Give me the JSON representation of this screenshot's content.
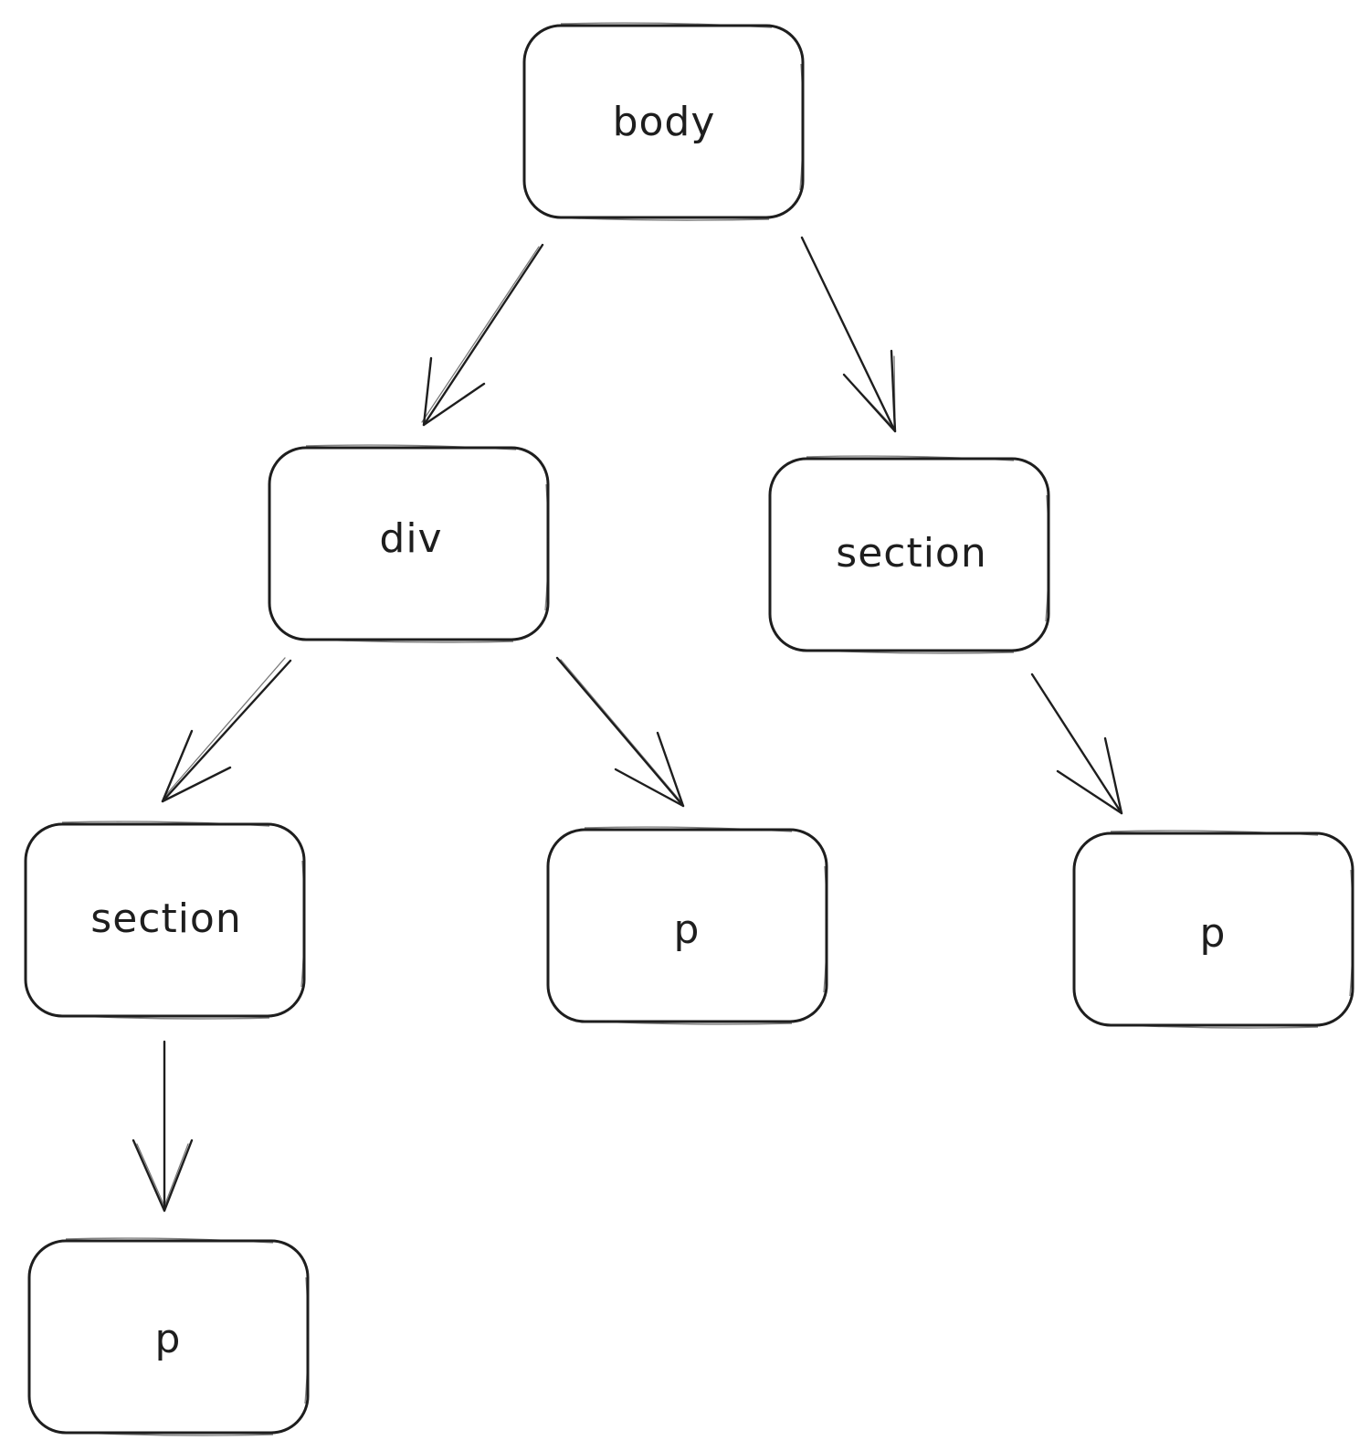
{
  "nodes": {
    "body": {
      "label": "body"
    },
    "div": {
      "label": "div"
    },
    "section_right": {
      "label": "section"
    },
    "section_left": {
      "label": "section"
    },
    "p_div": {
      "label": "p"
    },
    "p_section_right": {
      "label": "p"
    },
    "p_section_left": {
      "label": "p"
    }
  },
  "edges": [
    {
      "from": "body",
      "to": "div"
    },
    {
      "from": "body",
      "to": "section_right"
    },
    {
      "from": "div",
      "to": "section_left"
    },
    {
      "from": "div",
      "to": "p_div"
    },
    {
      "from": "section_right",
      "to": "p_section_right"
    },
    {
      "from": "section_left",
      "to": "p_section_left"
    }
  ],
  "colors": {
    "stroke": "#1e1e1e",
    "background": "#ffffff"
  }
}
